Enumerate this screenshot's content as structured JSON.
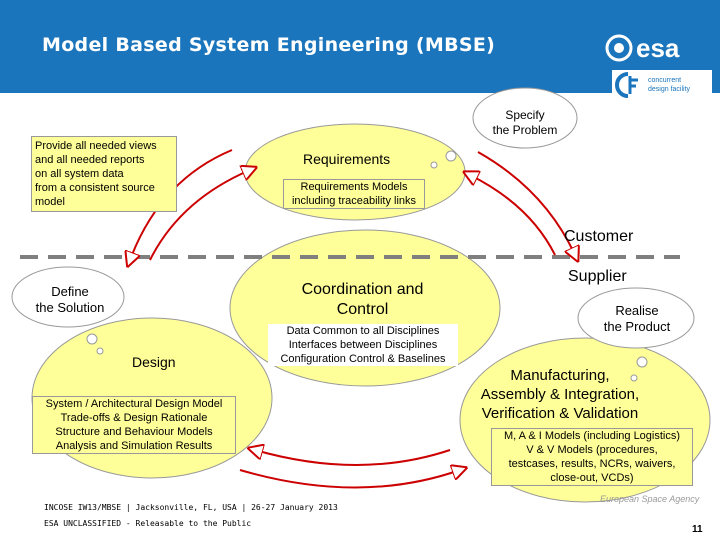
{
  "header": {
    "title": "Model Based System Engineering (MBSE)",
    "logo_text": "esa",
    "cdf_text": [
      "concurrent",
      "design facility"
    ],
    "color": "#1b75bc"
  },
  "requirements": {
    "label": "Requirements",
    "models": [
      "Requirements Models",
      "including traceability links"
    ]
  },
  "specify_bubble": [
    "Specify",
    "the Problem"
  ],
  "left_note": [
    "Provide all needed views",
    "and all needed reports",
    "on all system data",
    "from a consistent source",
    "model"
  ],
  "divider": {
    "customer": "Customer",
    "supplier": "Supplier"
  },
  "coordination": {
    "label": [
      "Coordination and",
      "Control"
    ],
    "lines": [
      "Data Common to all Disciplines",
      "Interfaces between Disciplines",
      "Configuration Control & Baselines"
    ]
  },
  "define_bubble": [
    "Define",
    "the Solution"
  ],
  "design": {
    "label": "Design",
    "models": [
      "System / Architectural Design Model",
      "Trade-offs & Design Rationale",
      "Structure and Behaviour Models",
      "Analysis and Simulation Results"
    ]
  },
  "realise_bubble": [
    "Realise",
    "the Product"
  ],
  "manufacturing": {
    "label": [
      "Manufacturing,",
      "Assembly & Integration,",
      "Verification & Validation"
    ],
    "models": [
      "M, A & I Models (including Logistics)",
      "V & V Models (procedures,",
      "testcases, results, NCRs, waivers,",
      "close-out, VCDs)"
    ]
  },
  "footer": {
    "line1": "INCOSE IW13/MBSE  | Jacksonville, FL, USA | 26-27 January 2013",
    "line2": "ESA UNCLASSIFIED - Releasable to the Public",
    "agency": "European Space Agency",
    "page": "11"
  },
  "colors": {
    "ellipse": "#ffff99",
    "ellipse_border": "#999999",
    "arrow": "#cc0000",
    "divider": "#7f7f7f"
  }
}
